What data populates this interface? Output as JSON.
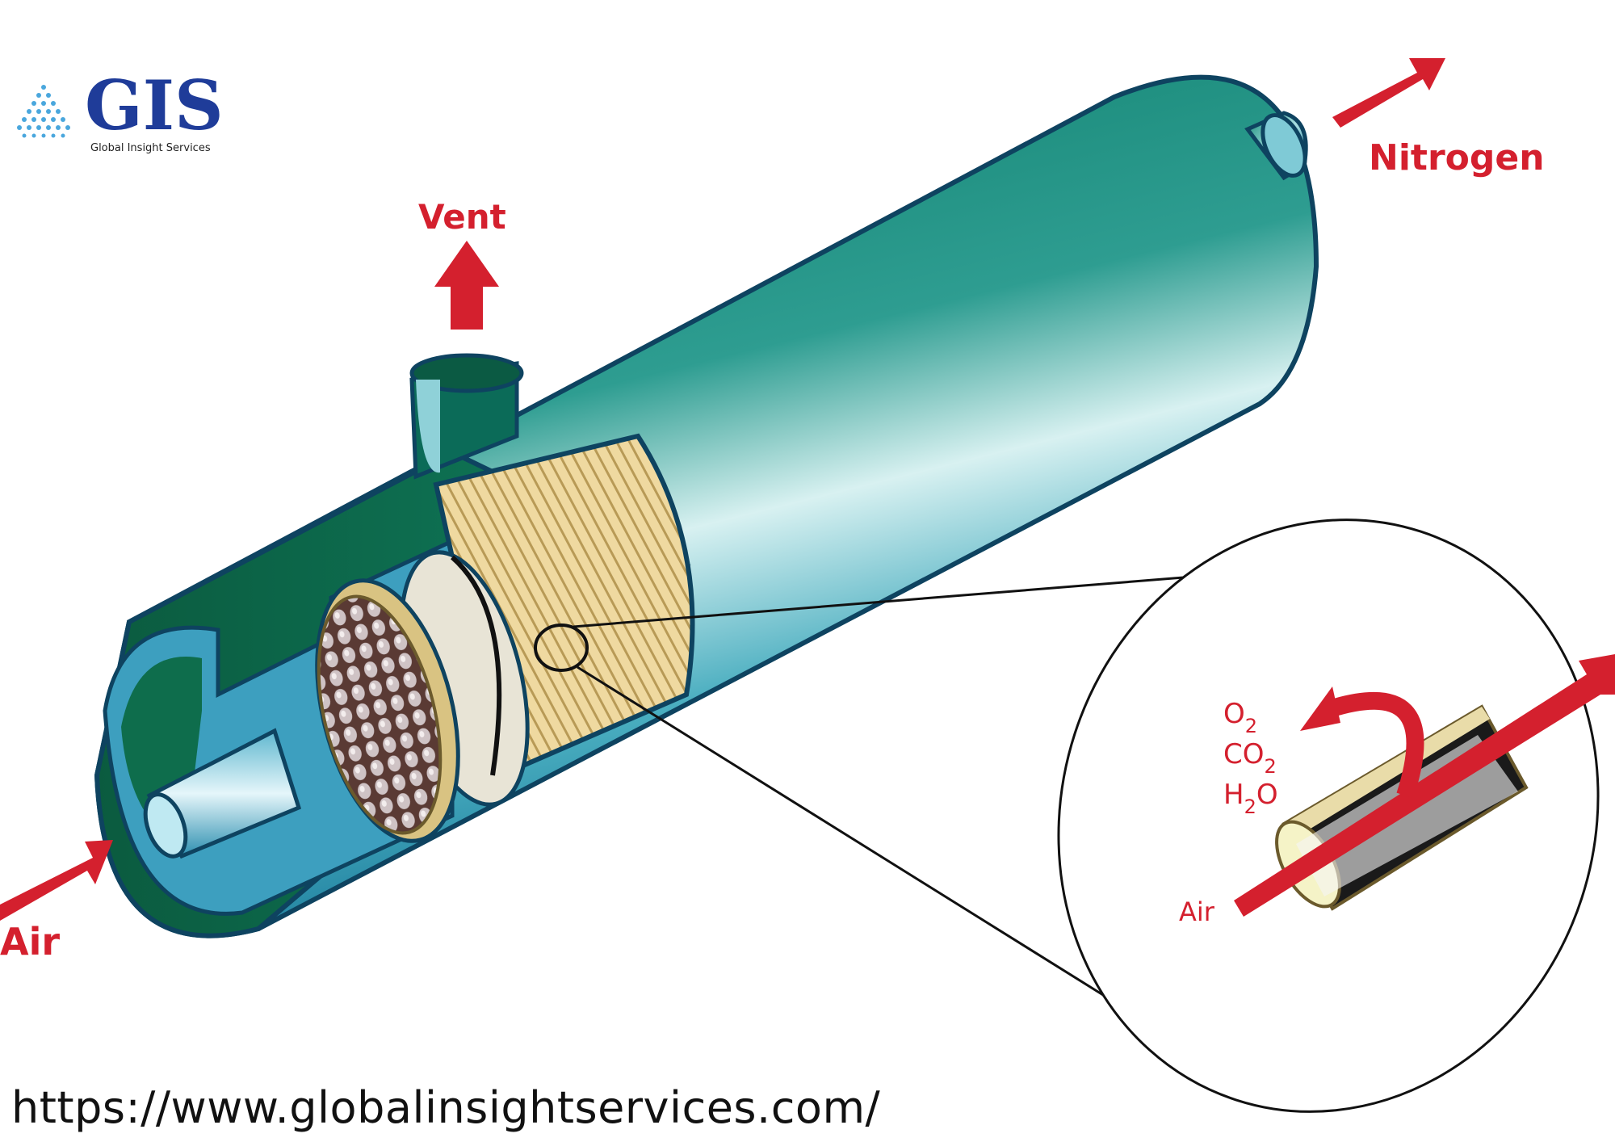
{
  "logo": {
    "wordmark": "GIS",
    "tagline": "Global Insight Services",
    "color": "#1f3c99"
  },
  "labels": {
    "vent": "Vent",
    "nitrogen": "Nitrogen",
    "air_inlet": "Air",
    "detail_air": "Air",
    "o2": "O",
    "co2": "CO",
    "h2o_h": "H",
    "h2o_o": "O",
    "sub2": "2"
  },
  "footer": {
    "url": "https://www.globalinsightservices.com/"
  },
  "colors": {
    "arrow_red": "#d4202e",
    "shell_dark": "#0b7d6e",
    "shell_light": "#bfe7ec",
    "fiber_tan": "#e6cd8b",
    "outline": "#0e4360"
  }
}
